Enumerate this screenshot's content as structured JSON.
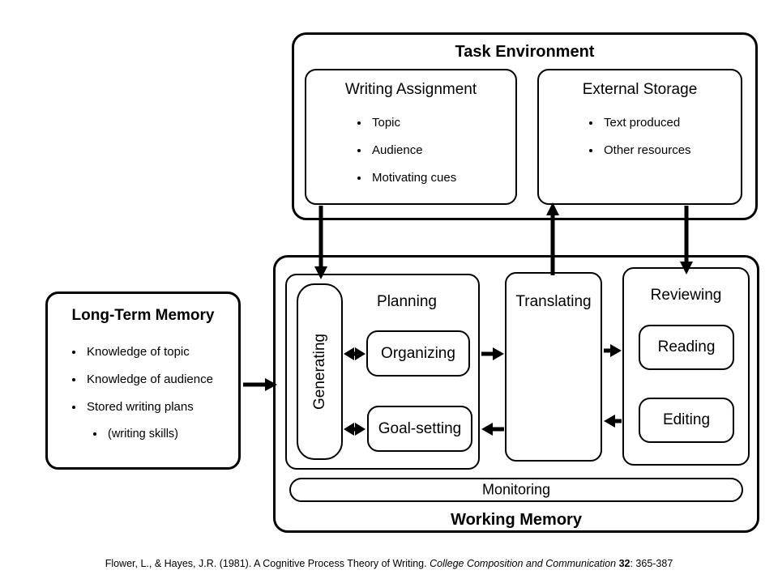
{
  "task_environment": {
    "title": "Task Environment",
    "writing_assignment": {
      "title": "Writing Assignment",
      "items": [
        "Topic",
        "Audience",
        "Motivating cues"
      ]
    },
    "external_storage": {
      "title": "External Storage",
      "items": [
        "Text produced",
        "Other resources"
      ]
    }
  },
  "long_term_memory": {
    "title": "Long-Term Memory",
    "items": [
      "Knowledge of topic",
      "Knowledge of audience",
      "Stored writing plans"
    ],
    "sub_item": "(writing skills)"
  },
  "working_memory": {
    "title": "Working Memory",
    "planning": {
      "title": "Planning",
      "generating_label": "Generating",
      "organizing_label": "Organizing",
      "goal_setting_label": "Goal-setting"
    },
    "translating_label": "Translating",
    "reviewing": {
      "title": "Reviewing",
      "reading_label": "Reading",
      "editing_label": "Editing"
    },
    "monitoring_label": "Monitoring"
  },
  "caption": {
    "part1": "Flower, L., & Hayes, J.R. (1981). A Cognitive Process Theory of Writing. ",
    "journal": "College Composition and Communication ",
    "volume": "32",
    "pages": ": 365-387"
  },
  "colors": {
    "line": "#000000",
    "background": "#ffffff"
  }
}
